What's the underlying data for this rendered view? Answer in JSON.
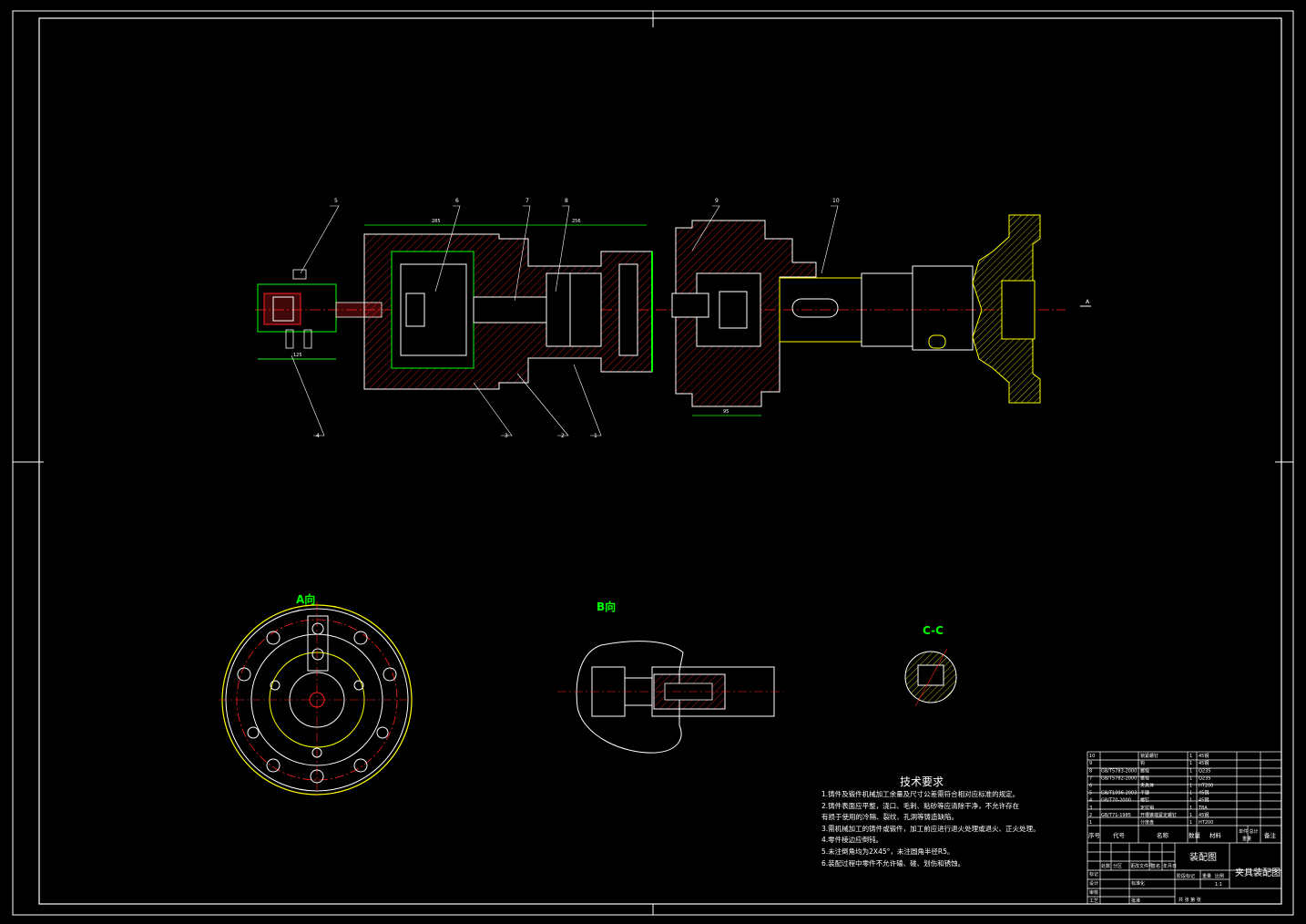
{
  "views": {
    "a_label": "A向",
    "b_label": "B向",
    "c_label": "C-C",
    "section_mark": "A"
  },
  "balloons": [
    "5",
    "6",
    "7",
    "8",
    "9",
    "10",
    "4",
    "3",
    "2",
    "1"
  ],
  "dimensions": {
    "d1": "285",
    "d2": "256",
    "d3": "125",
    "d4": "95"
  },
  "tech_req": {
    "title": "技术要求",
    "items": [
      "1.铸件及锻件机械加工余量及尺寸公差需符合相对应标准的规定。",
      "2.铸件表面应平整，浇口、毛刺、粘砂等应清除干净，不允许存在",
      "有损于使用的冷隔、裂纹、孔洞等铸造缺陷。",
      "3.需机械加工的铸件或锻件，加工前应进行退火处理或退火、正火处理。",
      "4.零件棱边应倒钝。",
      "5.未注倒角均为2X45°，未注圆角半径R5。",
      "6.装配过程中零件不允许磕、碰、划伤和锈蚀。"
    ]
  },
  "title_block": {
    "header": {
      "seq": "序号",
      "code": "代号",
      "name": "名称",
      "qty": "数量",
      "material": "材料",
      "unit_total": "单件 总计",
      "weight": "重量",
      "remark": "备注"
    },
    "assembly_label": "装配图",
    "drawing_title": "夹具装配图",
    "scale": "1:1",
    "parts": [
      {
        "no": "10",
        "code": "",
        "name": "锁紧螺钉",
        "qty": "1",
        "material": "45钢"
      },
      {
        "no": "9",
        "code": "",
        "name": "钩",
        "qty": "1",
        "material": "45钢"
      },
      {
        "no": "8",
        "code": "GB/T5783-2000",
        "name": "螺栓",
        "qty": "1",
        "material": "Q235"
      },
      {
        "no": "7",
        "code": "GB/T5782-2000",
        "name": "螺栓",
        "qty": "1",
        "material": "Q235"
      },
      {
        "no": "6",
        "code": "",
        "name": "夹具体",
        "qty": "1",
        "material": "HT200"
      },
      {
        "no": "5",
        "code": "GB/T1096-2003",
        "name": "平键",
        "qty": "1",
        "material": "45钢"
      },
      {
        "no": "4",
        "code": "GB/T70-2000",
        "name": "螺钉",
        "qty": "1",
        "material": "45钢"
      },
      {
        "no": "3",
        "code": "",
        "name": "定位销",
        "qty": "1",
        "material": "T8A"
      },
      {
        "no": "2",
        "code": "GB/T71-1985",
        "name": "开槽锥端紧定螺钉",
        "qty": "1",
        "material": "45钢"
      },
      {
        "no": "1",
        "code": "",
        "name": "分度盘",
        "qty": "1",
        "material": "HT200"
      }
    ],
    "rows": [
      "标记",
      "设计",
      "审核",
      "工艺"
    ],
    "cols": [
      "处数",
      "分区",
      "更改文件号",
      "签名",
      "年月日"
    ],
    "stage": "阶段标记",
    "weight_col": "重量",
    "scale_col": "比例",
    "std": "标准化",
    "approve": "批准",
    "sheet": "共 张 第 张"
  }
}
